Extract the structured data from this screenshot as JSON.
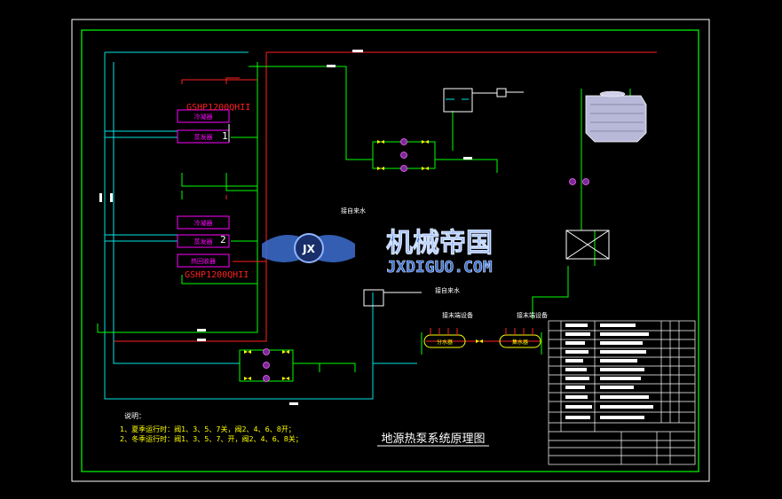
{
  "drawing": {
    "title": "地源热泵系统原理图",
    "notes_heading": "说明：",
    "notes": [
      "1、夏季运行时：阀1、3、5、7关，阀2、4、6、8开；",
      "2、冬季运行时：阀1、3、5、7、开，阀2、4、6、8关；"
    ]
  },
  "units": [
    {
      "model": "GSHP1200QHII",
      "number": "1",
      "condenser": "冷凝器",
      "evaporator": "蒸发器"
    },
    {
      "model": "GSHP1200QHII",
      "number": "2",
      "condenser": "冷凝器",
      "evaporator": "蒸发器",
      "extra": "热回收器"
    }
  ],
  "labels": {
    "tap_water_1": "接自来水",
    "tap_water_2": "接自来水",
    "supply_header": "分水器",
    "return_header": "集水器",
    "manifold_left": "接末端设备",
    "manifold_right": "接末端设备"
  },
  "watermark": {
    "brand_cn": "机械帝国",
    "brand_en": "JXDIGUO.COM",
    "emblem": "JX"
  },
  "colors": {
    "frame": "#00ff00",
    "pipe_cyan": "#00e5e5",
    "pipe_red": "#ff2020",
    "pipe_green": "#00ff00",
    "equipment_magenta": "#ff00ff",
    "valve_yellow": "#ffff00",
    "watermark_blue": "#3c6fd0"
  }
}
